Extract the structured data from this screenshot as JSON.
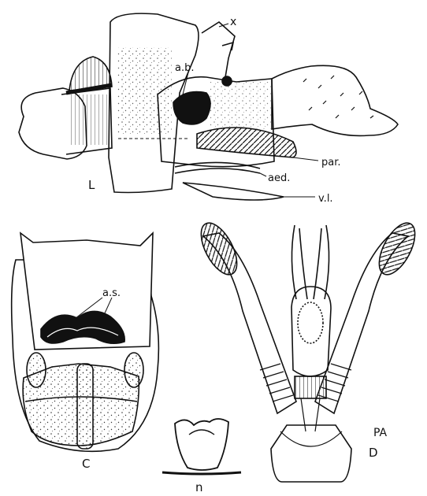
{
  "labels": {
    "x": "x",
    "ab": "a.b.",
    "par": "par.",
    "aed": "aed.",
    "vl": "v.l.",
    "L": "L",
    "as": "a.s.",
    "C": "C",
    "n": "n",
    "PA": "PA",
    "D": "D"
  }
}
